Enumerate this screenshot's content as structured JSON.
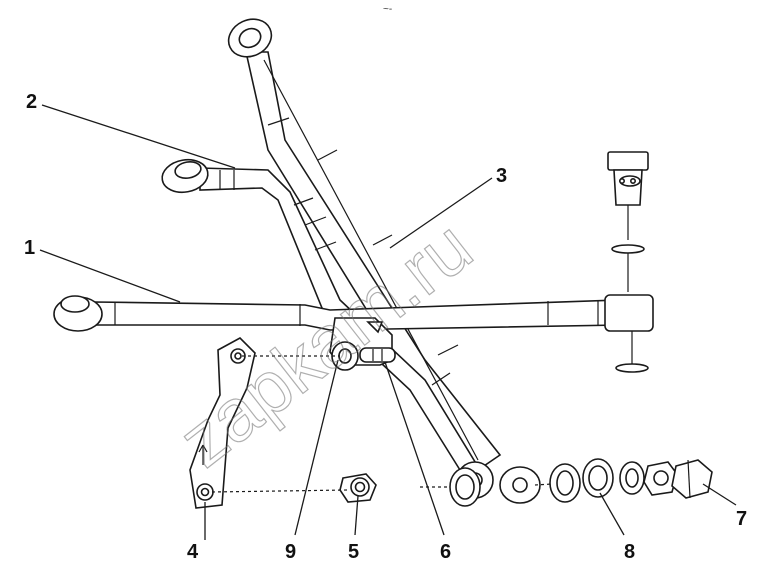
{
  "diagram": {
    "top_mark": "~-",
    "watermark": "zapkam.ru",
    "callouts": {
      "c1": "1",
      "c2": "2",
      "c3": "3",
      "c4": "4",
      "c5": "5",
      "c6": "6",
      "c7": "7",
      "c8": "8",
      "c9": "9"
    }
  }
}
